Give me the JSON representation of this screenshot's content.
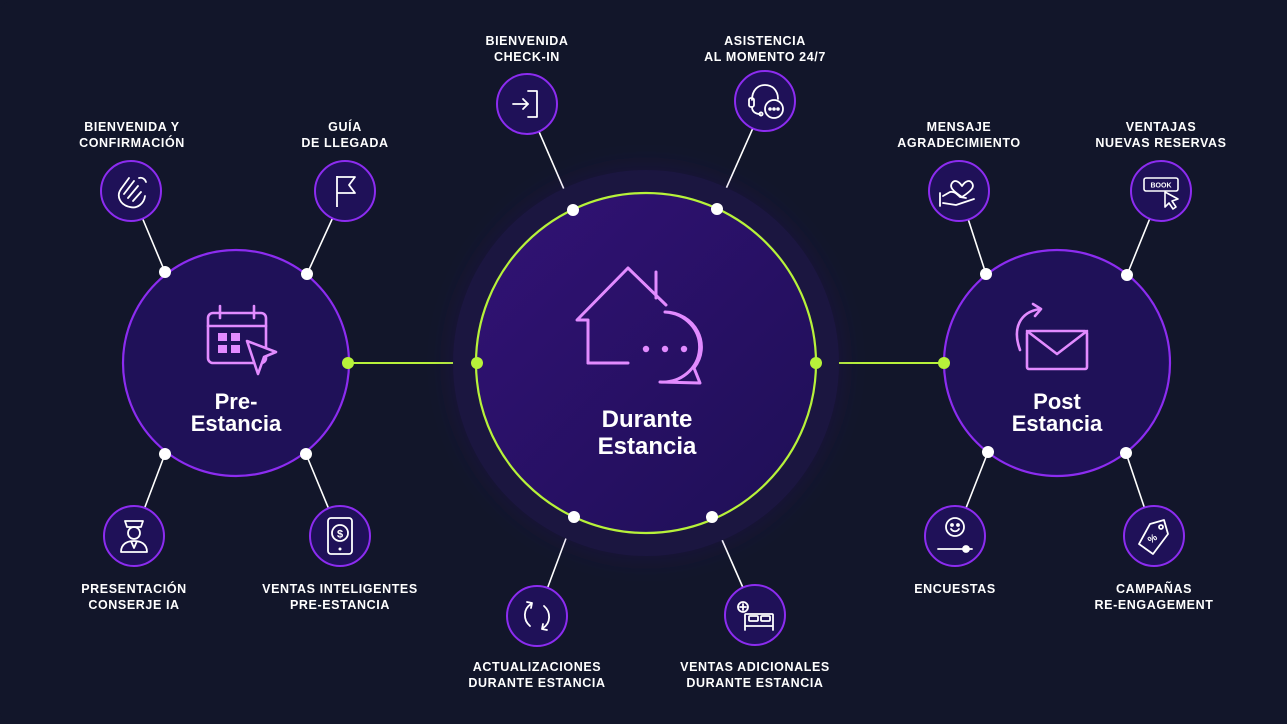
{
  "colors": {
    "background": "#12162a",
    "hub_fill": "#2a1470",
    "hub_ring": "#8c2cf0",
    "connector_green": "#b7f23a",
    "icon_stroke": "#e28bff",
    "line": "#ffffff"
  },
  "hubs": [
    {
      "id": "pre",
      "title_lines": [
        "Pre-",
        "Estancia"
      ],
      "icon": "calendar-click-icon"
    },
    {
      "id": "during",
      "title_lines": [
        "Durante",
        "Estancia"
      ],
      "icon": "house-chat-icon"
    },
    {
      "id": "post",
      "title_lines": [
        "Post",
        "Estancia"
      ],
      "icon": "mail-resend-icon"
    }
  ],
  "steps": [
    {
      "hub": "pre",
      "label_lines": [
        "BIENVENIDA Y",
        "CONFIRMACIÓN"
      ],
      "icon": "waving-hand-icon"
    },
    {
      "hub": "pre",
      "label_lines": [
        "GUÍA",
        "DE LLEGADA"
      ],
      "icon": "flag-icon"
    },
    {
      "hub": "pre",
      "label_lines": [
        "PRESENTACIÓN",
        "CONSERJE IA"
      ],
      "icon": "concierge-icon"
    },
    {
      "hub": "pre",
      "label_lines": [
        "VENTAS INTELIGENTES",
        "PRE-ESTANCIA"
      ],
      "icon": "dollar-tablet-icon"
    },
    {
      "hub": "during",
      "label_lines": [
        "BIENVENIDA",
        "CHECK-IN"
      ],
      "icon": "sign-in-icon"
    },
    {
      "hub": "during",
      "label_lines": [
        "ASISTENCIA",
        "AL MOMENTO 24/7"
      ],
      "icon": "headset-chat-icon"
    },
    {
      "hub": "during",
      "label_lines": [
        "ACTUALIZACIONES",
        "DURANTE ESTANCIA"
      ],
      "icon": "refresh-icon"
    },
    {
      "hub": "during",
      "label_lines": [
        "VENTAS ADICIONALES",
        "DURANTE ESTANCIA"
      ],
      "icon": "bed-plus-icon"
    },
    {
      "hub": "post",
      "label_lines": [
        "MENSAJE",
        "AGRADECIMIENTO"
      ],
      "icon": "heart-hand-icon"
    },
    {
      "hub": "post",
      "label_lines": [
        "VENTAJAS",
        "NUEVAS RESERVAS"
      ],
      "icon": "book-button-icon"
    },
    {
      "hub": "post",
      "label_lines": [
        "ENCUESTAS"
      ],
      "icon": "smiley-slider-icon"
    },
    {
      "hub": "post",
      "label_lines": [
        "CAMPAÑAS",
        "RE-ENGAGEMENT"
      ],
      "icon": "discount-tag-icon"
    }
  ],
  "book_icon_text": "BOOK"
}
